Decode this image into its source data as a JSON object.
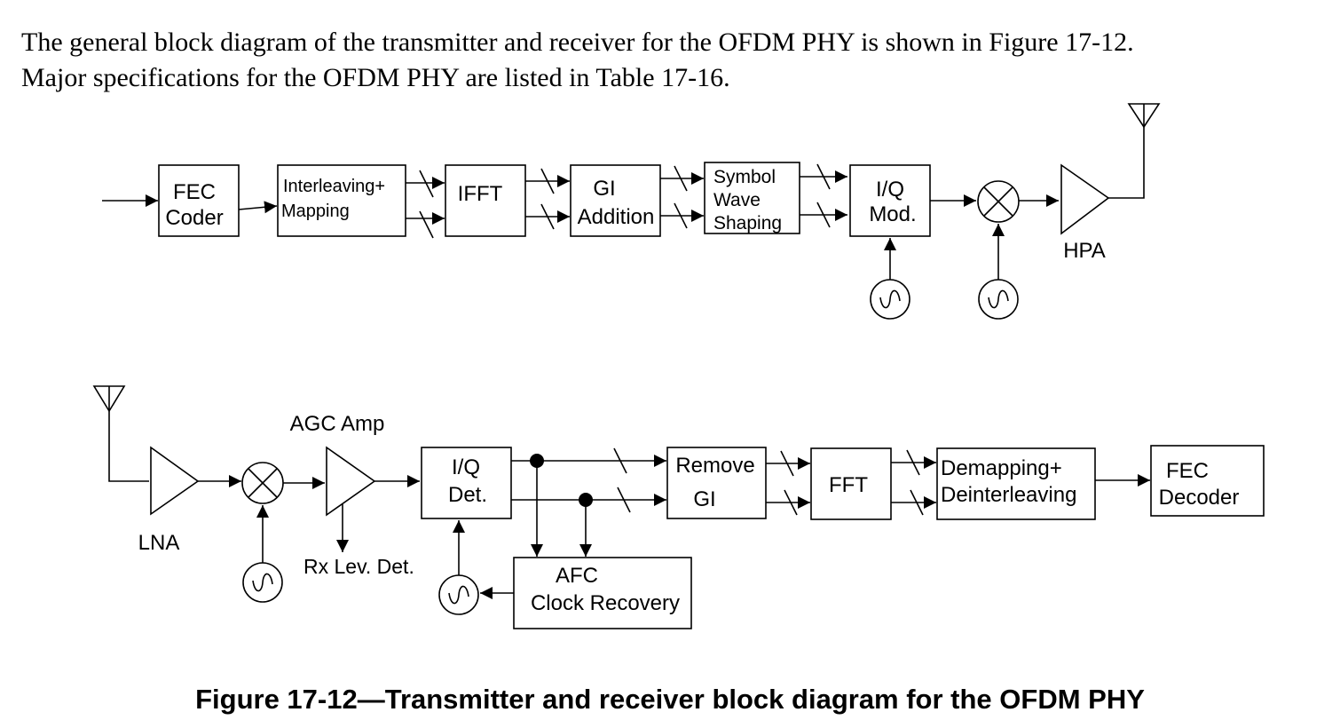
{
  "intro": {
    "line1": "The general block diagram of the transmitter and receiver for the OFDM PHY is shown in Figure 17-12.",
    "line2": "Major specifications for the OFDM PHY are listed in Table 17-16."
  },
  "transmitter": {
    "fec_coder": [
      "FEC",
      "Coder"
    ],
    "interleaving_mapping": [
      "Interleaving+",
      "Mapping"
    ],
    "ifft": "IFFT",
    "gi_addition": [
      "GI",
      "Addition"
    ],
    "symbol_wave_shaping": [
      "Symbol",
      "Wave",
      "Shaping"
    ],
    "iq_mod": [
      "I/Q",
      "Mod."
    ],
    "hpa": "HPA"
  },
  "receiver": {
    "lna": "LNA",
    "agc_amp": "AGC Amp",
    "rx_lev_det": "Rx Lev. Det.",
    "iq_det": [
      "I/Q",
      "Det."
    ],
    "remove_gi": [
      "Remove",
      "GI"
    ],
    "fft": "FFT",
    "demapping_deinterleaving": [
      "Demapping+",
      "Deinterleaving"
    ],
    "fec_decoder": [
      "FEC",
      "Decoder"
    ],
    "afc_clock_recovery": [
      "AFC",
      "Clock Recovery"
    ]
  },
  "caption": "Figure 17-12—Transmitter and receiver block diagram for the OFDM PHY"
}
